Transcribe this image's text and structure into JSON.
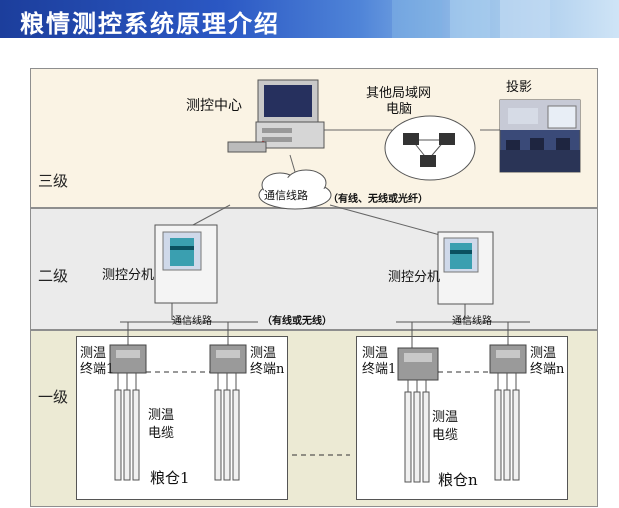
{
  "header": {
    "title": "粮情测控系统原理介绍"
  },
  "levels": {
    "level3": "三级",
    "level2": "二级",
    "level1": "一级"
  },
  "level3": {
    "control_center": "测控中心",
    "other_lan_line1": "其他局域网",
    "other_lan_line2": "电脑",
    "projection": "投影",
    "comm_line": "通信线路",
    "comm_note": "（有线、无线或光纤）"
  },
  "level2": {
    "sub_unit_left": "测控分机",
    "sub_unit_right": "测控分机",
    "comm_left": "通信线路",
    "comm_note": "（有线或无线）",
    "comm_right": "通信线路"
  },
  "level1": {
    "bin1": {
      "terminal1_line1": "测温",
      "terminal1_line2": "终端1",
      "terminaln_line1": "测温",
      "terminaln_line2": "终端n",
      "cable_line1": "测温",
      "cable_line2": "电缆",
      "name": "粮仓1"
    },
    "binn": {
      "terminal1_line1": "测温",
      "terminal1_line2": "终端1",
      "terminaln_line1": "测温",
      "terminaln_line2": "终端n",
      "cable_line1": "测温",
      "cable_line2": "电缆",
      "name": "粮仓n"
    }
  },
  "colors": {
    "header_dark": "#1c3e9c",
    "header_light": "#cfe4f6",
    "zone3": "#faf3e4",
    "zone2": "#ebebeb",
    "zone1": "#ecead4"
  }
}
